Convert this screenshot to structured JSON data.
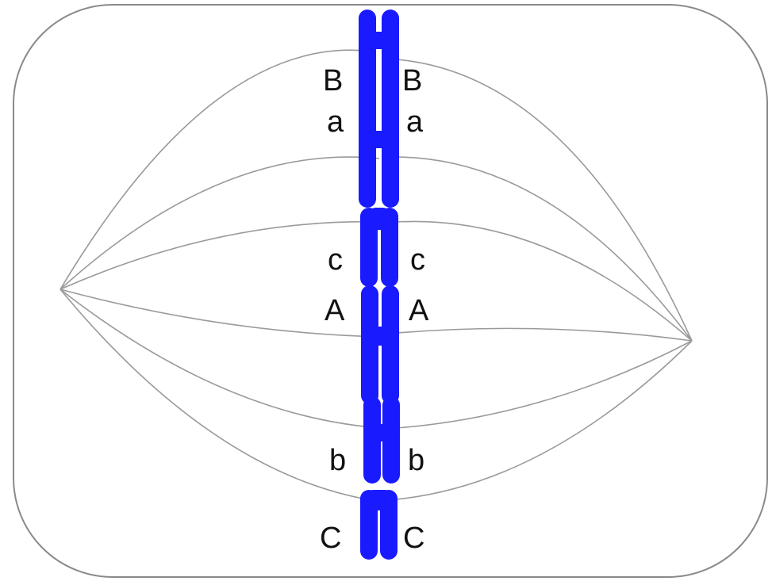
{
  "colors": {
    "chromosome": "#1a1aff",
    "cell_outline": "#8a8a8a",
    "spindle_fiber": "#9a9a9a",
    "label_text": "#111111"
  },
  "labels": {
    "left": [
      "B",
      "a",
      "c",
      "A",
      "b",
      "C"
    ],
    "right": [
      "B",
      "a",
      "c",
      "A",
      "b",
      "C"
    ]
  }
}
